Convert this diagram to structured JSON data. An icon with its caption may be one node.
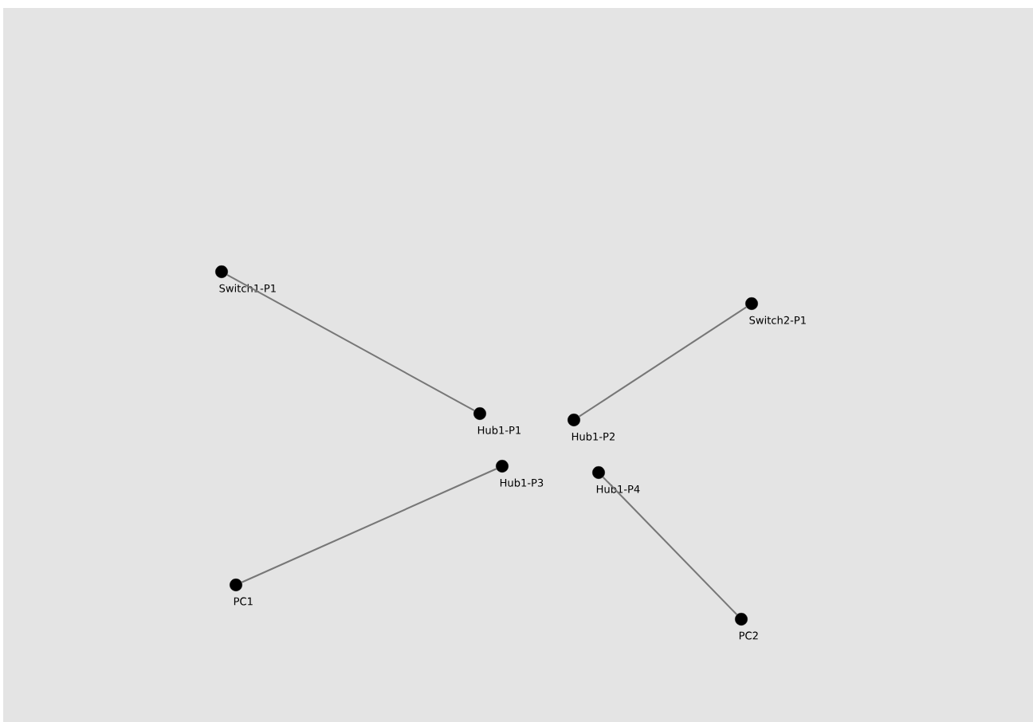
{
  "diagram": {
    "nodes": [
      {
        "text": [],
        "shape": "circle",
        "beside": [
          "Switch1-P1"
        ]
      },
      {
        "text": [],
        "shape": "circle",
        "beside": [
          "Switch2-P1"
        ]
      },
      {
        "text": [],
        "shape": "circle",
        "beside": [
          "Hub1-P1"
        ]
      },
      {
        "text": [],
        "shape": "circle",
        "beside": [
          "Hub1-P2"
        ]
      },
      {
        "text": [],
        "shape": "circle",
        "beside": [
          "Hub1-P3"
        ]
      },
      {
        "text": [],
        "shape": "circle",
        "beside": [
          "Hub1-P4"
        ]
      },
      {
        "text": [],
        "shape": "circle",
        "beside": [
          "PC1"
        ]
      },
      {
        "text": [],
        "shape": "circle",
        "beside": [
          "PC2"
        ]
      }
    ],
    "edges": [
      {
        "from": 0,
        "to": 2,
        "arrow": "none"
      },
      {
        "from": 3,
        "to": 1,
        "arrow": "none"
      },
      {
        "from": 4,
        "to": 6,
        "arrow": "none"
      },
      {
        "from": 5,
        "to": 7,
        "arrow": "none"
      }
    ]
  }
}
